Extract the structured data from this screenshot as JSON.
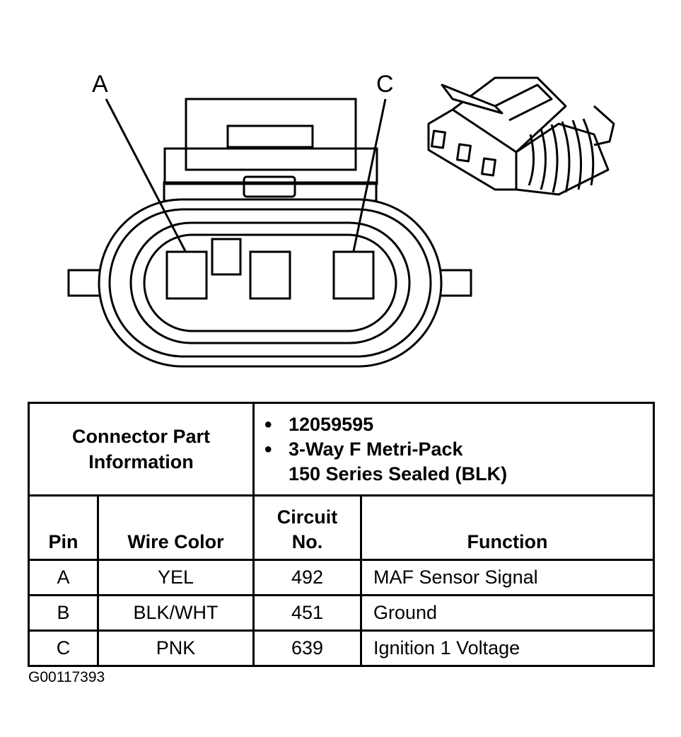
{
  "diagram": {
    "pin_labels": [
      "A",
      "C"
    ],
    "figure_id": "G00117393"
  },
  "table": {
    "connector_info_label": "Connector Part Information",
    "part_number": "12059595",
    "connector_type_line1": "3-Way F Metri-Pack",
    "connector_type_line2": "150 Series Sealed (BLK)",
    "headers": {
      "pin": "Pin",
      "wire_color": "Wire Color",
      "circuit_line1": "Circuit",
      "circuit_line2": "No.",
      "function": "Function"
    },
    "rows": [
      {
        "pin": "A",
        "wire_color": "YEL",
        "circuit": "492",
        "function": "MAF Sensor Signal"
      },
      {
        "pin": "B",
        "wire_color": "BLK/WHT",
        "circuit": "451",
        "function": "Ground"
      },
      {
        "pin": "C",
        "wire_color": "PNK",
        "circuit": "639",
        "function": "Ignition 1 Voltage"
      }
    ]
  }
}
